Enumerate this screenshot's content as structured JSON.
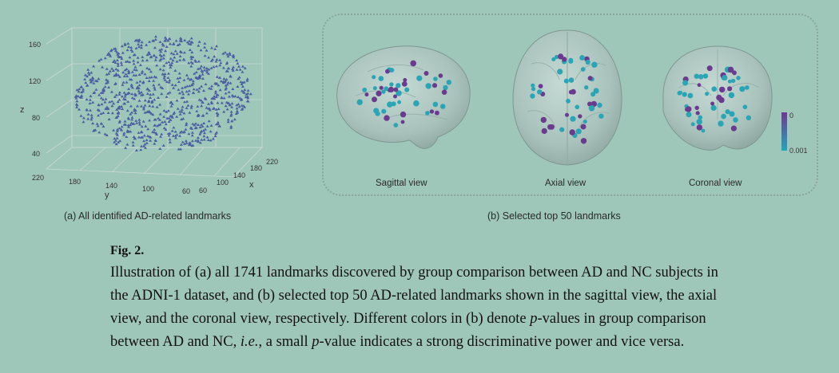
{
  "panel_a": {
    "caption": "(a) All identified AD-related landmarks",
    "axes": {
      "z_label": "z",
      "y_label": "y",
      "x_label": "x",
      "z_ticks": [
        "160",
        "120",
        "80",
        "40"
      ],
      "y_ticks": [
        "220",
        "180",
        "140",
        "100",
        "60"
      ],
      "x_ticks": [
        "60",
        "100",
        "140",
        "180",
        "220"
      ]
    },
    "landmark_count": 1741,
    "marker_color": "#4a5fa0"
  },
  "panel_b": {
    "caption": "(b) Selected top 50 landmarks",
    "views": [
      {
        "label": "Sagittal view"
      },
      {
        "label": "Axial view"
      },
      {
        "label": "Coronal view"
      }
    ],
    "colorbar": {
      "top_label": "0",
      "bottom_label": "0.001",
      "top_color": "#6a3a8f",
      "bottom_color": "#2aa5b5"
    }
  },
  "caption": {
    "label": "Fig. 2.",
    "text_1": "Illustration of (a) all 1741 landmarks discovered by group comparison between AD and NC subjects in the ADNI-1 dataset, and (b) selected top 50 AD-related landmarks shown in the sagittal view, the axial view, and the coronal view, respectively. Different colors in (b) denote ",
    "p_1": "p",
    "text_2": "-values in group comparison between AD and NC, ",
    "ie": "i.e.",
    "text_3": ", a small ",
    "p_2": "p",
    "text_4": "-value indicates a strong discriminative power and vice versa."
  }
}
